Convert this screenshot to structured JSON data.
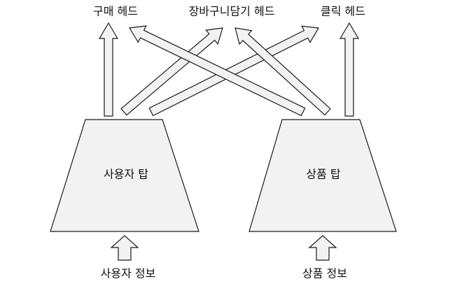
{
  "towers": {
    "user_tower": "사용자 탑",
    "item_tower": "상품 탑"
  },
  "inputs": {
    "user_info": "사용자 정보",
    "item_info": "상품 정보"
  },
  "heads": {
    "purchase": "구매 헤드",
    "cart": "장바구니담기 헤드",
    "click": "클릭 헤드"
  },
  "colors": {
    "shape_fill": "#f2f2f2",
    "shape_stroke": "#1a1a1a",
    "text": "#111111"
  }
}
